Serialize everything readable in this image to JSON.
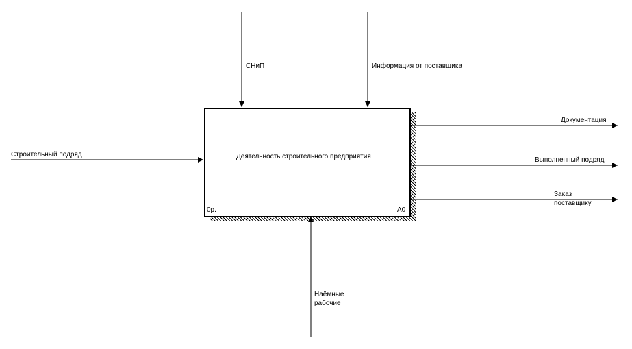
{
  "diagram": {
    "activity": {
      "title": "Деятельность строительного предприятия",
      "node_ref": "0р.",
      "node_id": "A0"
    },
    "controls": [
      {
        "label": "СНиП"
      },
      {
        "label": "Информация от поставщика"
      }
    ],
    "inputs": [
      {
        "label": "Строительный подряд"
      }
    ],
    "outputs": [
      {
        "label": "Документация"
      },
      {
        "label": "Выполненный подряд"
      },
      {
        "label_line1": "Заказ",
        "label_line2": "поставщику"
      }
    ],
    "mechanisms": [
      {
        "label_line1": "Наёмные",
        "label_line2": "рабочие"
      }
    ]
  }
}
